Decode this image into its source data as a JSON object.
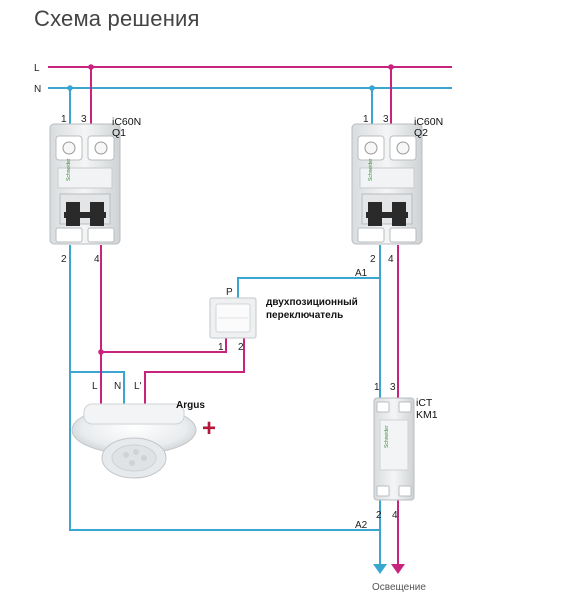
{
  "title": "Схема решения",
  "buses": {
    "L": "L",
    "N": "N"
  },
  "breaker1": {
    "model": "iC60N",
    "ref": "Q1",
    "term_top_left": "1",
    "term_top_right": "3",
    "term_bottom_left": "2",
    "term_bottom_right": "4",
    "brand": "Schneider"
  },
  "breaker2": {
    "model": "iC60N",
    "ref": "Q2",
    "term_top_left": "1",
    "term_top_right": "3",
    "term_bottom_left": "2",
    "term_bottom_right": "4",
    "brand": "Schneider"
  },
  "switch": {
    "label_line1": "двухпозиционный",
    "label_line2": "переключатель",
    "term_p": "P",
    "term_1": "1",
    "term_2": "2"
  },
  "sensor": {
    "name": "Argus",
    "term_l": "L",
    "term_n": "N",
    "term_lp": "L'",
    "plus": "+"
  },
  "contactor": {
    "model": "iCT",
    "ref": "KM1",
    "term_top_left": "1",
    "term_top_right": "3",
    "term_bottom_left": "2",
    "term_bottom_right": "4",
    "brand": "Schneider"
  },
  "wires": {
    "a1": "A1",
    "a2": "A2"
  },
  "output_label": "Освещение",
  "colors": {
    "phase": "#c8247e",
    "neutral": "#3aa6d0",
    "plus": "#b5173a",
    "device": "#eceeef"
  }
}
